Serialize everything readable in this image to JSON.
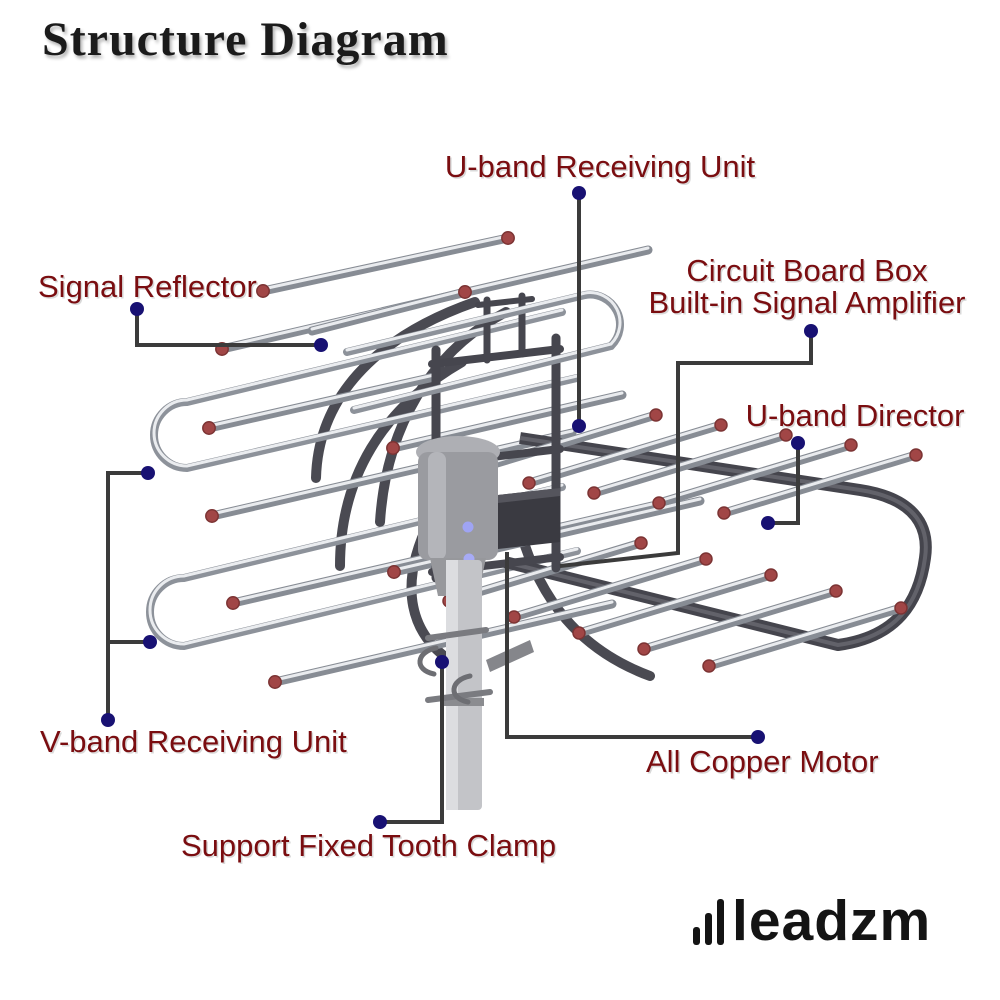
{
  "title": "Structure Diagram",
  "callouts": {
    "u_band_receiving_unit": "U-band Receiving Unit",
    "signal_reflector": "Signal Reflector",
    "circuit_board_box": "Circuit Board Box",
    "circuit_board_box_sub": "Built-in Signal Amplifier",
    "u_band_director": "U-band Director",
    "v_band_receiving_unit": "V-band Receiving Unit",
    "all_copper_motor": "All Copper Motor",
    "support_fixed_tooth_clamp": "Support Fixed Tooth Clamp"
  },
  "brand": {
    "logo_text": "leadzm",
    "logo_icon": "signal-bars-icon"
  },
  "colors": {
    "background": "#ffffff",
    "label_text": "#7a0d10",
    "title_text": "#1b1b1b",
    "leader_line": "#3b3b3b",
    "leader_dot": "#181173",
    "rod_cap_red": "#a14646",
    "chrome_rod": "#b9bec5",
    "frame_dark": "#46464e",
    "motor_led": "#9fa4f4",
    "logo_text_color": "#141414"
  }
}
